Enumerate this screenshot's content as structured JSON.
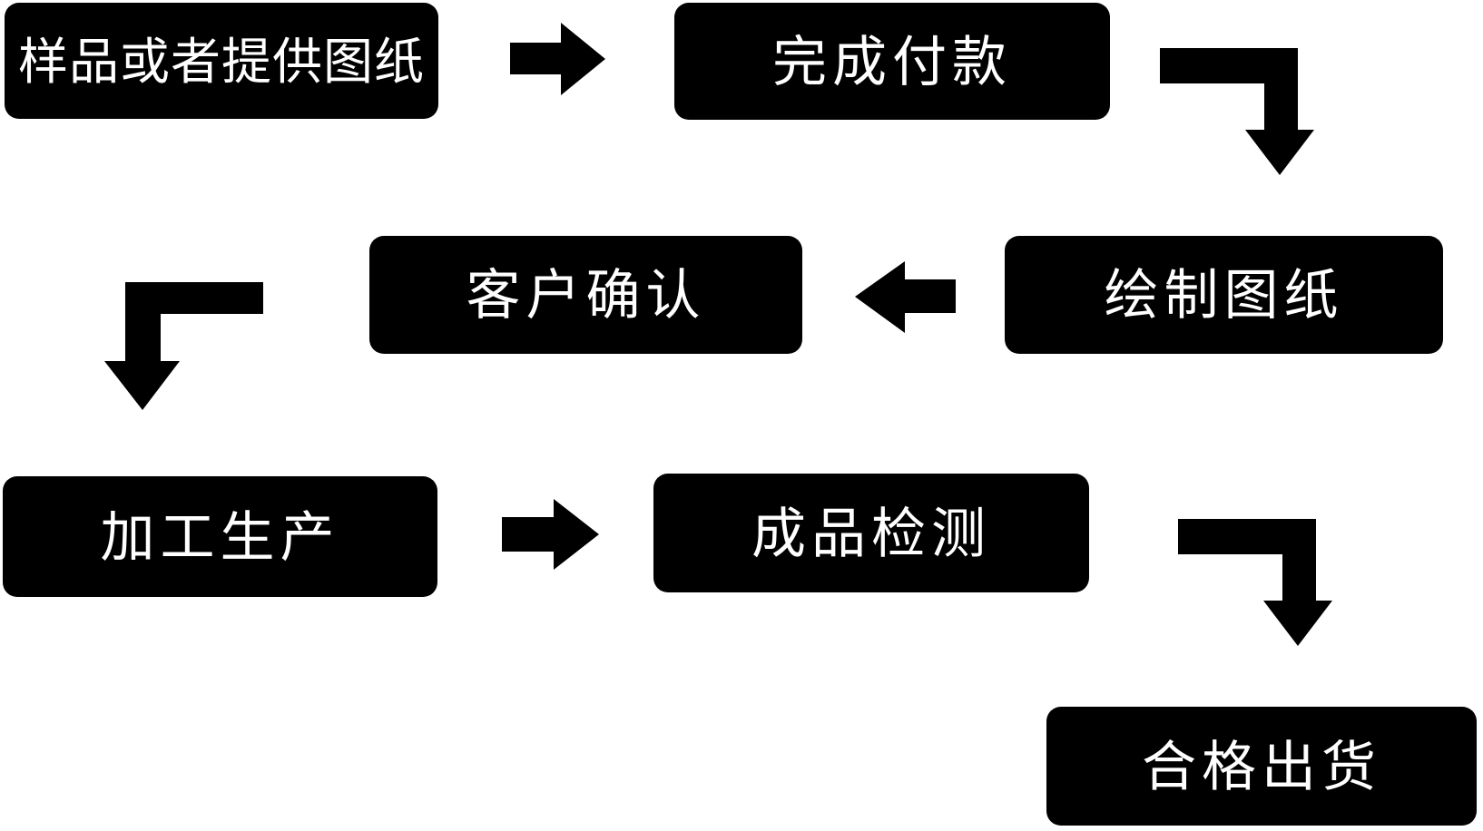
{
  "diagram": {
    "type": "flowchart",
    "background_color": "#ffffff",
    "node_fill_color": "#000000",
    "node_text_color": "#ffffff",
    "arrow_color": "#000000",
    "nodes": [
      {
        "id": "sample-or-drawing",
        "label": "样品或者提供图纸"
      },
      {
        "id": "payment-complete",
        "label": "完成付款"
      },
      {
        "id": "customer-confirm",
        "label": "客户确认"
      },
      {
        "id": "draw-drawings",
        "label": "绘制图纸"
      },
      {
        "id": "production",
        "label": "加工生产"
      },
      {
        "id": "product-inspection",
        "label": "成品检测"
      },
      {
        "id": "qualified-shipment",
        "label": "合格出货"
      }
    ],
    "edges": [
      {
        "from": "样品或者提供图纸",
        "to": "完成付款",
        "arrow": "right-arrow"
      },
      {
        "from": "完成付款",
        "to": "绘制图纸",
        "arrow": "elbow-down-right-arrow"
      },
      {
        "from": "绘制图纸",
        "to": "客户确认",
        "arrow": "left-arrow"
      },
      {
        "from": "客户确认",
        "to": "加工生产",
        "arrow": "elbow-down-left-arrow"
      },
      {
        "from": "加工生产",
        "to": "成品检测",
        "arrow": "right-arrow"
      },
      {
        "from": "成品检测",
        "to": "合格出货",
        "arrow": "elbow-down-right-arrow"
      }
    ]
  }
}
